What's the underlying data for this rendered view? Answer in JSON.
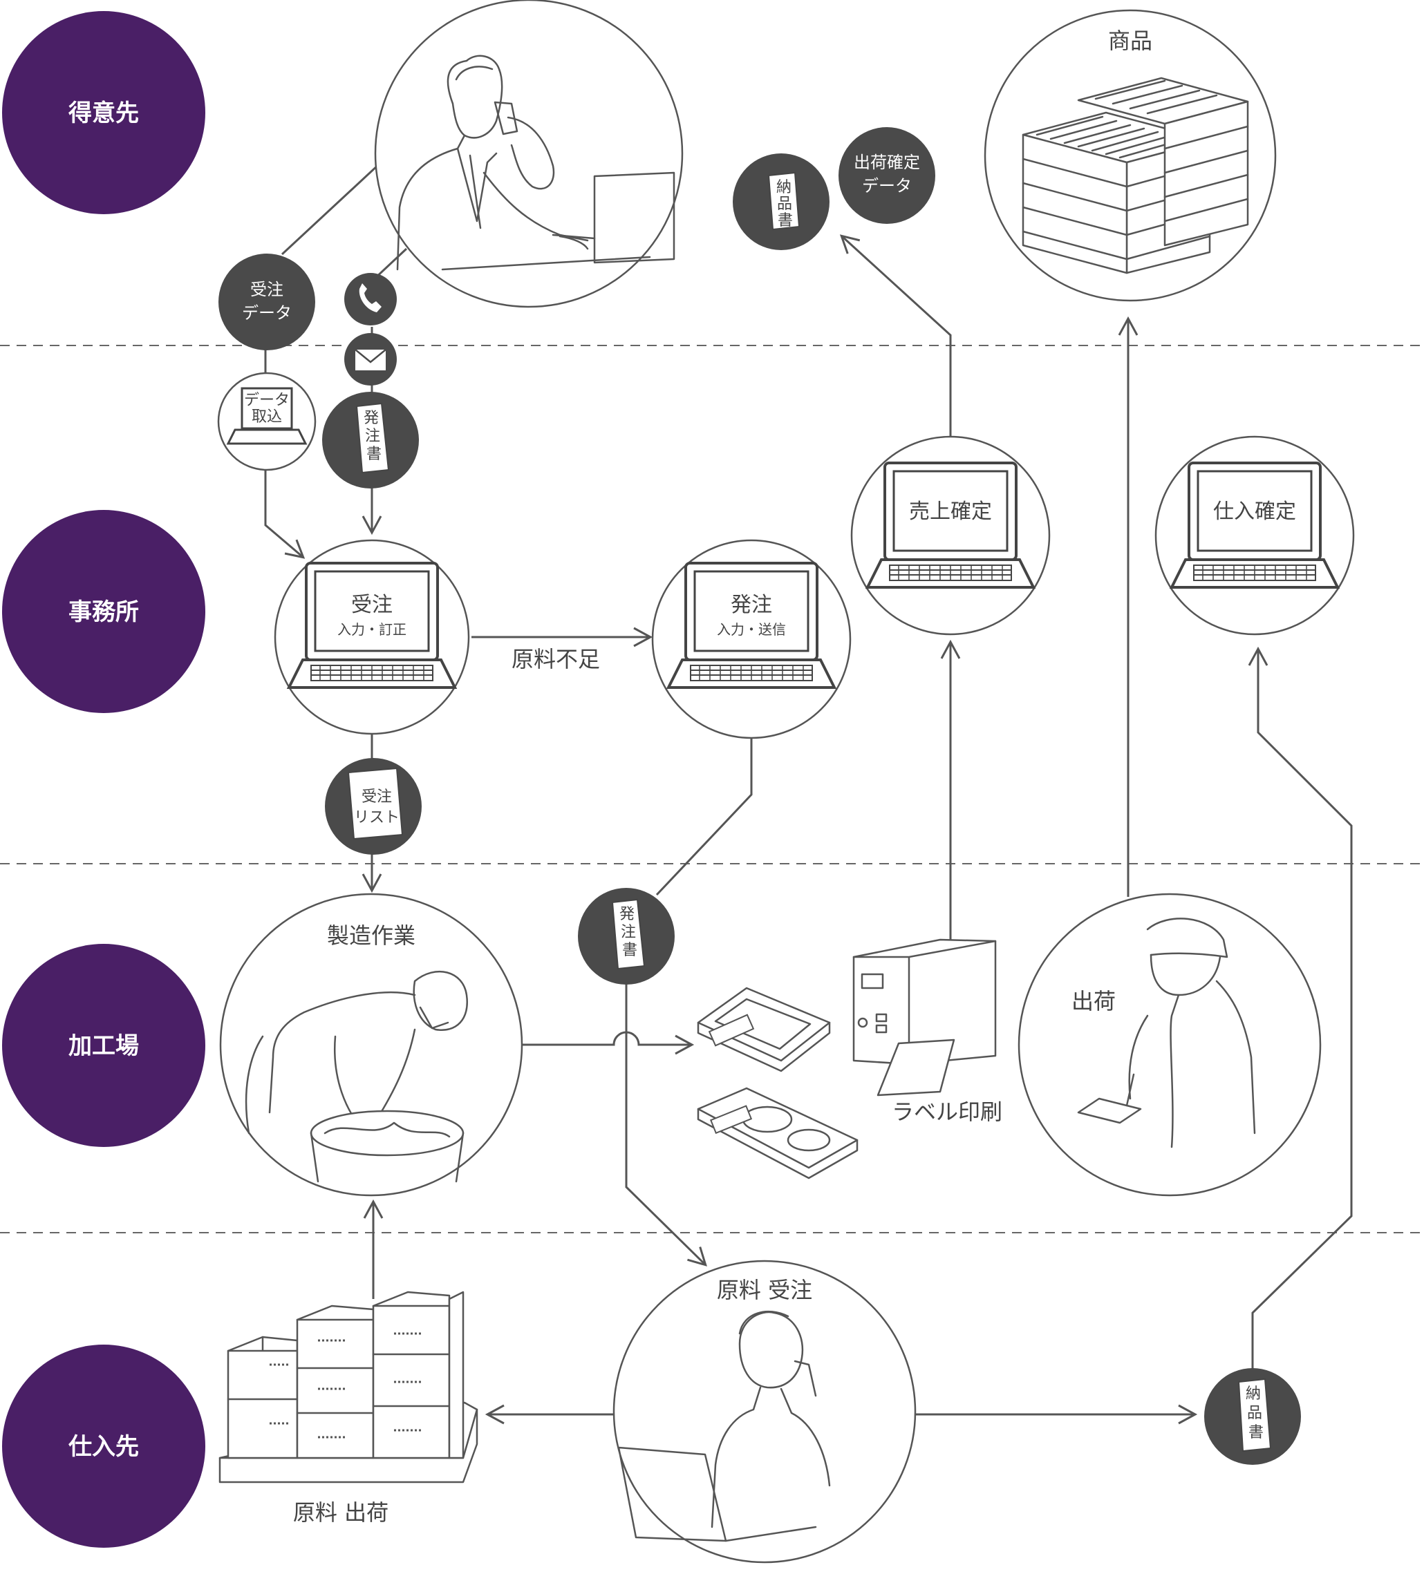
{
  "lanes": [
    "得意先",
    "事務所",
    "加工場",
    "仕入先"
  ],
  "colors": {
    "lane": "#4a1f66",
    "chip": "#4a4a4a",
    "line": "#555555"
  },
  "chips": {
    "order_data": [
      "受注",
      "データ"
    ],
    "ship_data": [
      "出荷確定",
      "データ"
    ]
  },
  "docs": {
    "data_import": [
      "データ",
      "取込"
    ],
    "po_doc_top": [
      "発",
      "注",
      "書"
    ],
    "delivery_top": [
      "納",
      "品",
      "書"
    ],
    "order_list": [
      "受注",
      "リスト"
    ],
    "po_doc_mid": [
      "発",
      "注",
      "書"
    ],
    "delivery_bottom": [
      "納",
      "品",
      "書"
    ]
  },
  "screens": {
    "order_entry": {
      "title": "受注",
      "sub": "入力・訂正"
    },
    "po_entry": {
      "title": "発注",
      "sub": "入力・送信"
    },
    "sales_confirm": {
      "title": "売上確定"
    },
    "purchase_confirm": {
      "title": "仕入確定"
    }
  },
  "labels": {
    "products": "商品",
    "shortage": "原料不足",
    "manufacturing": "製造作業",
    "label_print": "ラベル印刷",
    "shipping": "出荷",
    "material_order": "原料 受注",
    "material_ship": "原料 出荷"
  },
  "icons": {
    "phone": "phone-icon",
    "mail": "mail-icon"
  }
}
